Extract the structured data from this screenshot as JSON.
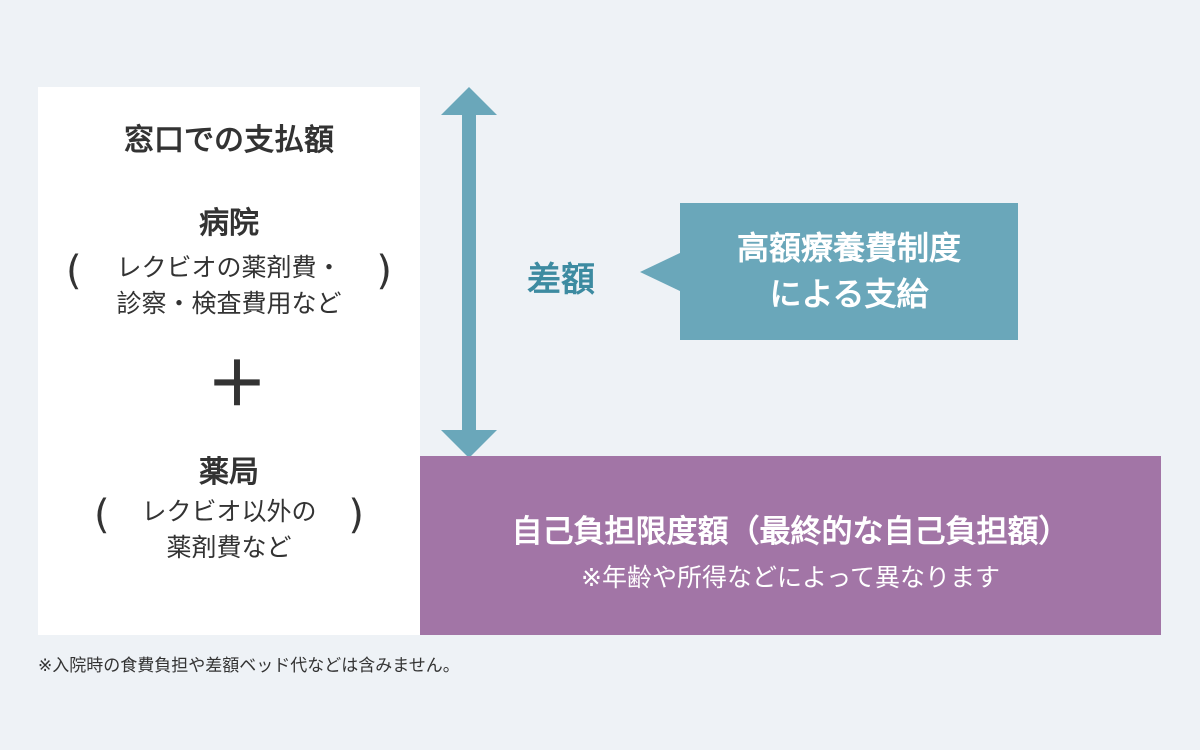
{
  "window_payment": {
    "title": "窓口での支払額"
  },
  "hospital": {
    "heading": "病院",
    "lines": [
      "レクビオの薬剤費・",
      "診察・検査費用など"
    ]
  },
  "plus_symbol": "＋",
  "pharmacy": {
    "heading": "薬局",
    "lines": [
      "レクビオ以外の",
      "薬剤費など"
    ]
  },
  "difference": {
    "label": "差額"
  },
  "callout": {
    "lines": [
      "高額療養費制度",
      "による支給"
    ]
  },
  "limit": {
    "main": "自己負担限度額（最終的な自己負担額）",
    "note": "※年齢や所得などによって異なります"
  },
  "footnote": "※入院時の食費負担や差額ベッド代などは含みません。",
  "colors": {
    "background": "#eef2f6",
    "panel": "#ffffff",
    "teal": "#6aa7ba",
    "teal_text": "#3d8ba1",
    "purple": "#a275a6",
    "text": "#333333"
  }
}
